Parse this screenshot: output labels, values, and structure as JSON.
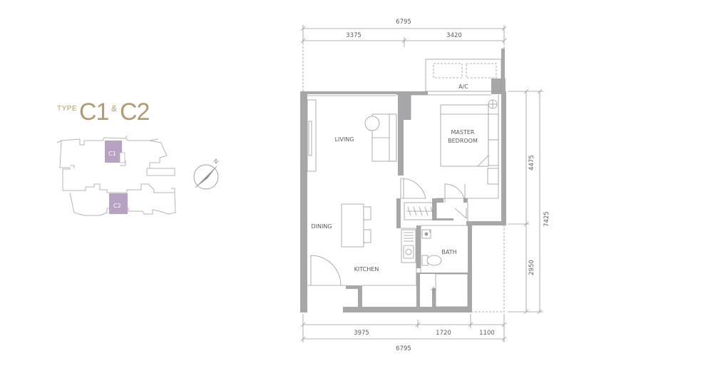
{
  "type_label": {
    "prefix": "TYPE",
    "unit_a": "C1",
    "amp": "&",
    "unit_b": "C2",
    "color": "#b49b6e"
  },
  "key_plan": {
    "unit_a_tag": "C1",
    "unit_b_tag": "C2",
    "highlight_color": "#b8a2c4"
  },
  "compass": {
    "north_label": "N"
  },
  "dimensions": {
    "top_total": "6795",
    "top_left": "3375",
    "top_right": "3420",
    "bottom_left": "3975",
    "bottom_mid": "1720",
    "bottom_right": "1100",
    "bottom_total": "6795",
    "right_upper": "4475",
    "right_lower": "2950",
    "right_total": "7425"
  },
  "rooms": {
    "ac": "A/C",
    "master_1": "MASTER",
    "master_2": "BEDROOM",
    "living": "LIVING",
    "dining": "DINING",
    "kitchen": "KITCHEN",
    "bath": "BATH"
  },
  "colors": {
    "wall": "#a7a7a9",
    "line": "#9a9a9c",
    "text": "#5a5a5c"
  }
}
